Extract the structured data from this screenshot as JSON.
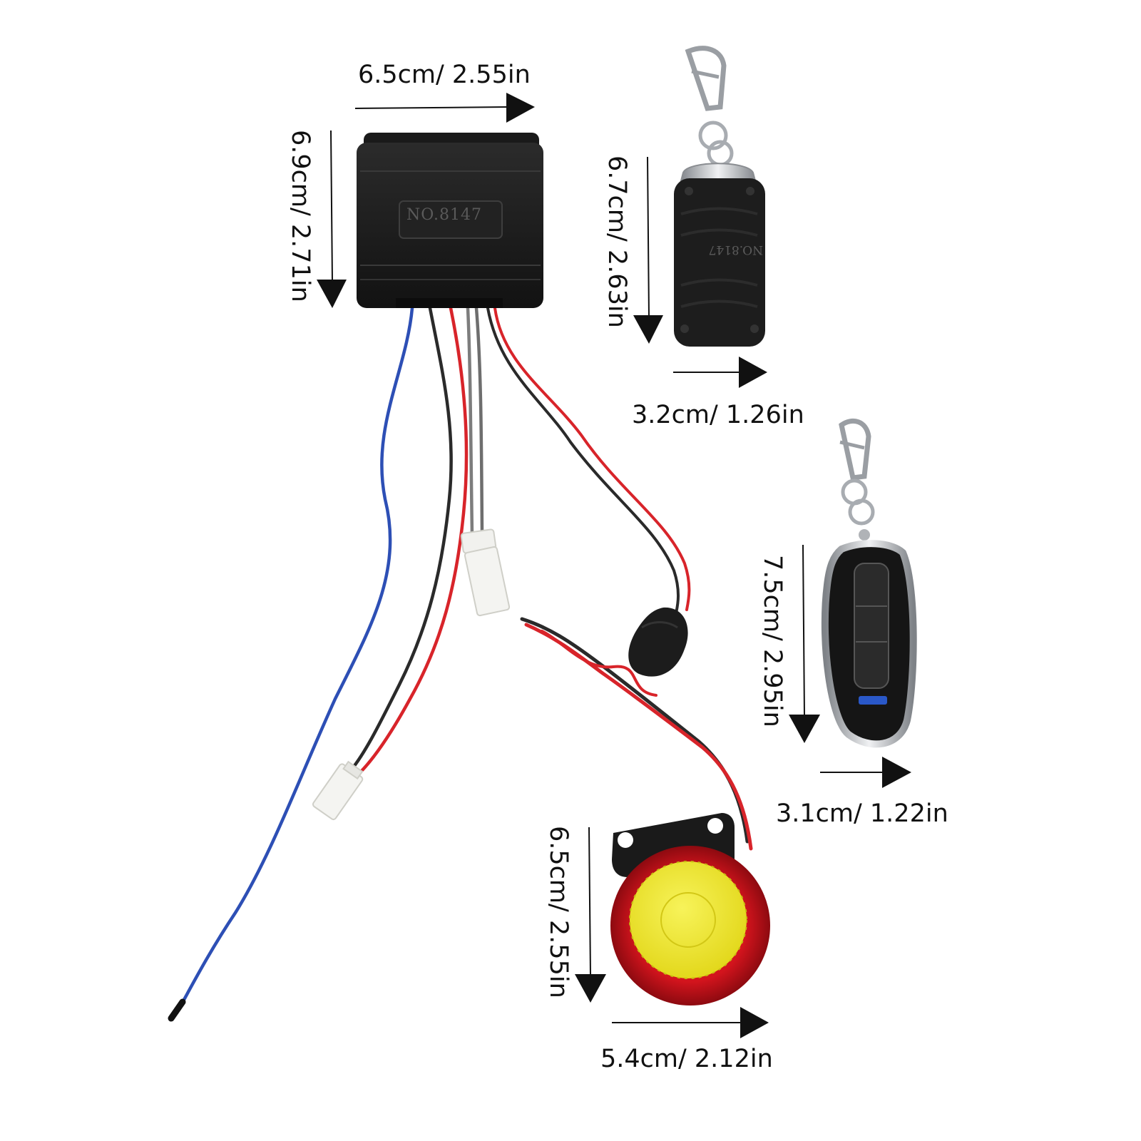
{
  "product": {
    "module_label": "NO.8147",
    "remote_label": "NO.8147"
  },
  "dimensions": {
    "module_width": "6.5cm/ 2.55in",
    "module_height": "6.9cm/ 2.71in",
    "remote1_height": "6.7cm/ 2.63in",
    "remote1_width": "3.2cm/ 1.26in",
    "remote2_height": "7.5cm/ 2.95in",
    "remote2_width": "3.1cm/ 1.22in",
    "siren_height": "6.5cm/ 2.55in",
    "siren_width": "5.4cm/ 2.12in"
  },
  "colors": {
    "housing": "#1c1c1c",
    "wire_blue": "#2d4fb5",
    "wire_red": "#d8242a",
    "wire_black": "#2a2a2a",
    "wire_grey": "#7d7d7d",
    "siren_red": "#c8101a",
    "siren_yellow": "#f2ea2a",
    "chrome": "#c9ccd0"
  }
}
